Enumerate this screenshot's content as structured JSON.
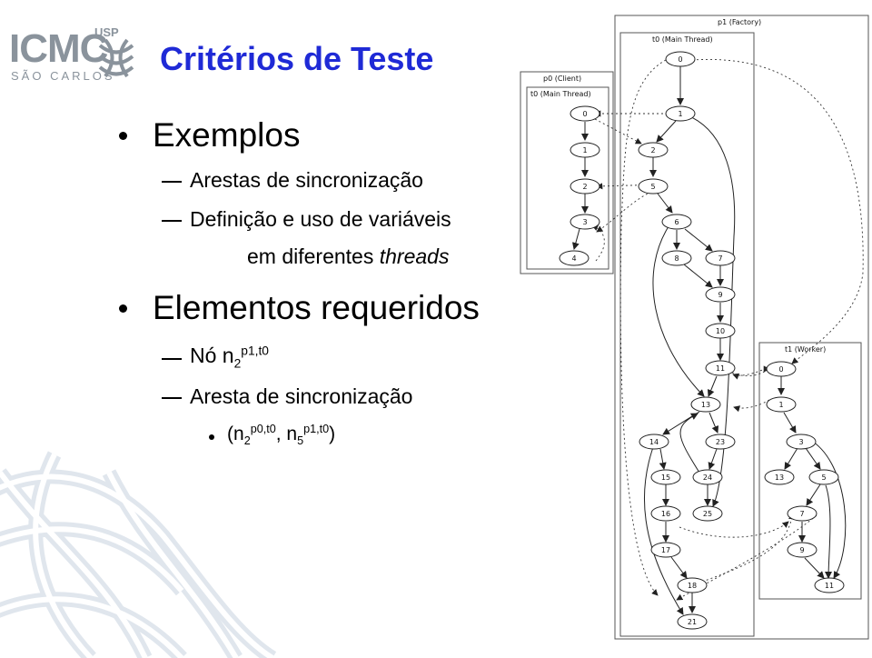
{
  "slide": {
    "title": "Critérios de Teste",
    "logo": {
      "main": "ICMC",
      "sub": "SÃO CARLOS",
      "badge": "USP"
    },
    "bullet1": {
      "text": "Exemplos"
    },
    "sub1": "Arestas de sincronização",
    "sub2_line1": "Definição e uso de variáveis",
    "sub2_line2_a": "em diferentes ",
    "sub2_line2_b": "threads",
    "bullet2": {
      "text": "Elementos requeridos"
    },
    "sub3_prefix": "Nó n",
    "sub3_sub": "2",
    "sub3_sup": "p1,t0",
    "sub4": "Aresta de sincronização",
    "item_open": "(n",
    "item_sub1": "2",
    "item_sup1": "p0,t0",
    "item_mid": ", n",
    "item_sub2": "5",
    "item_sup2": "p1,t0",
    "item_close": ")"
  },
  "diagram": {
    "p0_label": "p0 (Client)",
    "p0_t0_label": "t0 (Main Thread)",
    "p1_label": "p1 (Factory)",
    "p1_t0_label": "t0 (Main Thread)",
    "p1_t1_label": "t1 (Worker)"
  }
}
